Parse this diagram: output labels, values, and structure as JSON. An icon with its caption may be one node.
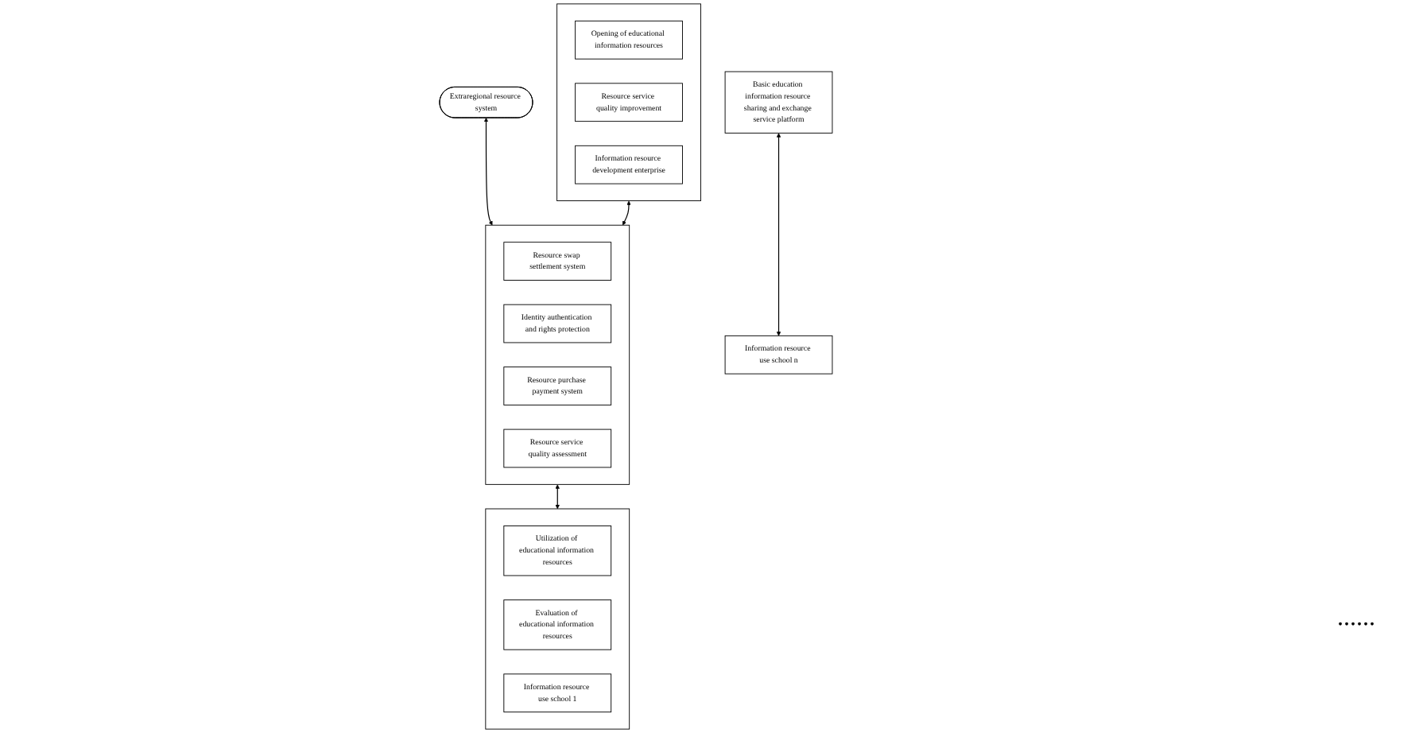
{
  "diagram": {
    "nodes": [
      {
        "text": [
          "Extraregional resource system"
        ]
      },
      {
        "text": [],
        "shape": "box"
      },
      {
        "text": [
          "Opening of educational information resources"
        ],
        "in": 1
      },
      {
        "text": [
          "Resource service quality improvement"
        ],
        "in": 1
      },
      {
        "text": [
          "Information resource development enterprise"
        ],
        "in": 1
      },
      {
        "text": [],
        "shape": "box"
      },
      {
        "text": [
          "Resource swap settlement system"
        ],
        "in": 5
      },
      {
        "text": [
          "Identity authentication and rights protection"
        ],
        "in": 5
      },
      {
        "text": [
          "Resource purchase payment system"
        ],
        "in": 5
      },
      {
        "text": [
          "Resource service quality assessment"
        ],
        "in": 5
      },
      {
        "text": [
          "Basic education information resource sharing and exchange service platform"
        ]
      },
      {
        "text": [],
        "shape": "box"
      },
      {
        "text": [
          "Utilization of educational information resources"
        ],
        "in": 11
      },
      {
        "text": [
          "Evaluation of educational information resources"
        ],
        "in": 11
      },
      {
        "text": [
          "Information resource use school 1"
        ],
        "in": 11
      },
      {
        "text": [
          "Information resource use school n"
        ]
      }
    ],
    "edges": [
      {
        "from": 0,
        "to": 5,
        "arrow": "both"
      },
      {
        "from": 1,
        "to": 5,
        "arrow": "both"
      },
      {
        "from": 5,
        "to": 11,
        "arrow": "both"
      },
      {
        "from": 10,
        "to": 15,
        "arrow": "both"
      }
    ],
    "labels": [
      "......"
    ]
  }
}
